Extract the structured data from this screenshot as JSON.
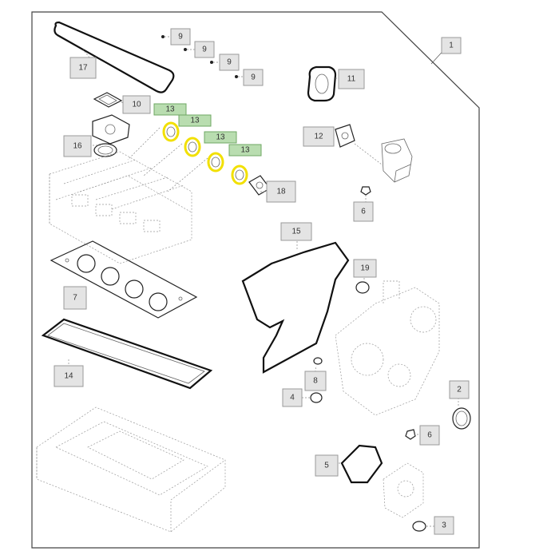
{
  "diagram": {
    "callouts": [
      {
        "id": "c1",
        "label": "1"
      },
      {
        "id": "c9a",
        "label": "9"
      },
      {
        "id": "c9b",
        "label": "9"
      },
      {
        "id": "c9c",
        "label": "9"
      },
      {
        "id": "c9d",
        "label": "9"
      },
      {
        "id": "c17",
        "label": "17"
      },
      {
        "id": "c10",
        "label": "10"
      },
      {
        "id": "c11",
        "label": "11"
      },
      {
        "id": "c13a",
        "label": "13"
      },
      {
        "id": "c13b",
        "label": "13"
      },
      {
        "id": "c13c",
        "label": "13"
      },
      {
        "id": "c13d",
        "label": "13"
      },
      {
        "id": "c16",
        "label": "16"
      },
      {
        "id": "c12",
        "label": "12"
      },
      {
        "id": "c18",
        "label": "18"
      },
      {
        "id": "c6a",
        "label": "6"
      },
      {
        "id": "c15",
        "label": "15"
      },
      {
        "id": "c19",
        "label": "19"
      },
      {
        "id": "c7",
        "label": "7"
      },
      {
        "id": "c14",
        "label": "14"
      },
      {
        "id": "c8",
        "label": "8"
      },
      {
        "id": "c4",
        "label": "4"
      },
      {
        "id": "c2",
        "label": "2"
      },
      {
        "id": "c6b",
        "label": "6"
      },
      {
        "id": "c5",
        "label": "5"
      },
      {
        "id": "c3",
        "label": "3"
      }
    ],
    "highlight_color": "#f2e000",
    "highlight_callout_color": "#b9ddb0"
  }
}
